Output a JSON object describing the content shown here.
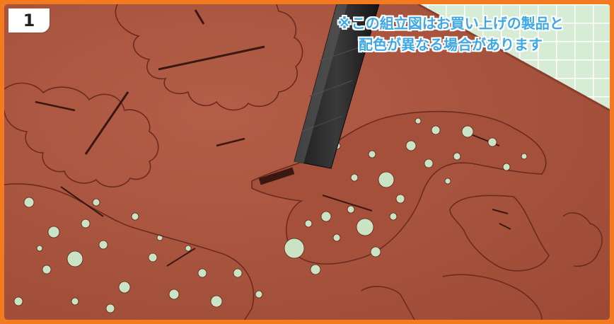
{
  "step_number": "1",
  "notice": {
    "line1": "※この組立図はお買い上げの製品と",
    "line2": "配色が異なる場合があります"
  },
  "colors": {
    "frame": "#f47a20",
    "board": "#a9533d",
    "mat": "#cfe8cf",
    "notice_text": "#3ea8e6"
  },
  "icons": [
    "knife-blade",
    "cutting-mat-grid"
  ]
}
